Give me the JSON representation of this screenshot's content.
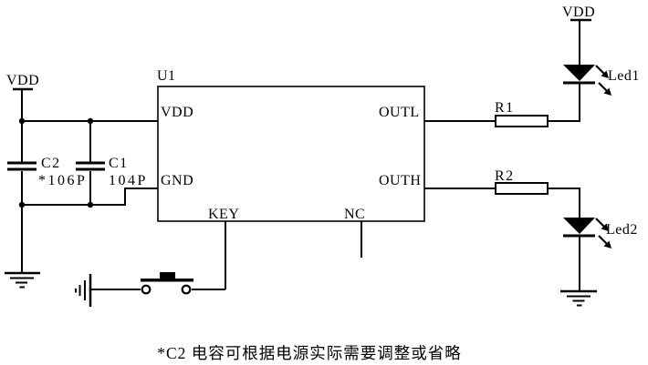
{
  "colors": {
    "line": "#000000",
    "background": "#ffffff",
    "note": "#f40000"
  },
  "power": {
    "vdd_left": "VDD",
    "vdd_right": "VDD"
  },
  "ic": {
    "ref": "U1",
    "pins": {
      "vdd": "VDD",
      "gnd": "GND",
      "key": "KEY",
      "nc": "NC",
      "outl": "OUTL",
      "outh": "OUTH"
    }
  },
  "capacitors": {
    "c2": {
      "ref": "C2",
      "value": "*106P"
    },
    "c1": {
      "ref": "C1",
      "value": "104P"
    }
  },
  "resistors": {
    "r1": {
      "ref": "R1"
    },
    "r2": {
      "ref": "R2"
    }
  },
  "leds": {
    "led1": {
      "ref": "Led1"
    },
    "led2": {
      "ref": "Led2"
    }
  },
  "note": {
    "text": "*C2 电容可根据电源实际需要调整或省略"
  }
}
